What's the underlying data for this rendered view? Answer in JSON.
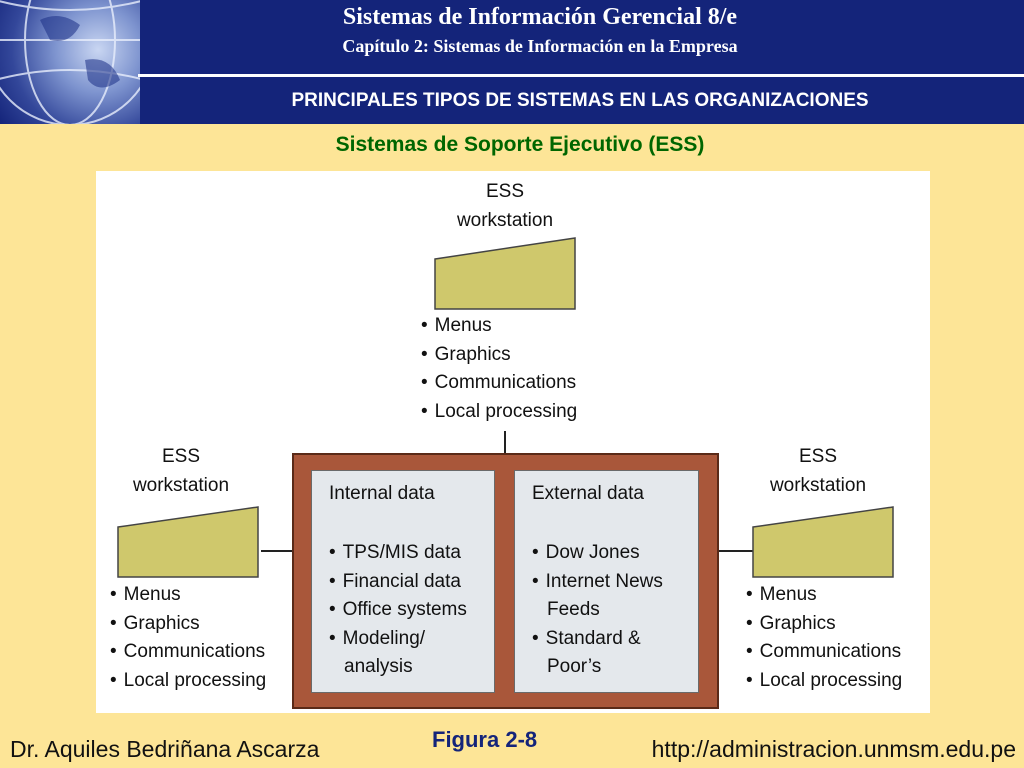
{
  "header": {
    "title": "Sistemas de Información Gerencial 8/e",
    "subtitle": "Capítulo 2: Sistemas de Información en la Empresa",
    "section_heading": "PRINCIPALES TIPOS DE SISTEMAS EN LAS ORGANIZACIONES"
  },
  "slide": {
    "title": "Sistemas de Soporte Ejecutivo (ESS)"
  },
  "diagram": {
    "workstation_label_line1": "ESS",
    "workstation_label_line2": "workstation",
    "workstation_color": "#cfc86c",
    "central_box_color": "#a9573a",
    "panel_color": "#e4e8ec",
    "workstation_features": [
      "Menus",
      "Graphics",
      "Communications",
      "Local processing"
    ],
    "internal": {
      "title": "Internal data",
      "items": [
        "TPS/MIS data",
        "Financial data",
        "Office systems",
        "Modeling/",
        "analysis"
      ]
    },
    "external": {
      "title": "External data",
      "items": [
        "Dow Jones",
        "Internet News",
        "Feeds",
        "Standard &",
        "Poor’s"
      ]
    }
  },
  "footer": {
    "figure_caption": "Figura 2-8",
    "author": "Dr. Aquiles Bedriñana Ascarza",
    "url": "http://administracion.unmsm.edu.pe"
  }
}
